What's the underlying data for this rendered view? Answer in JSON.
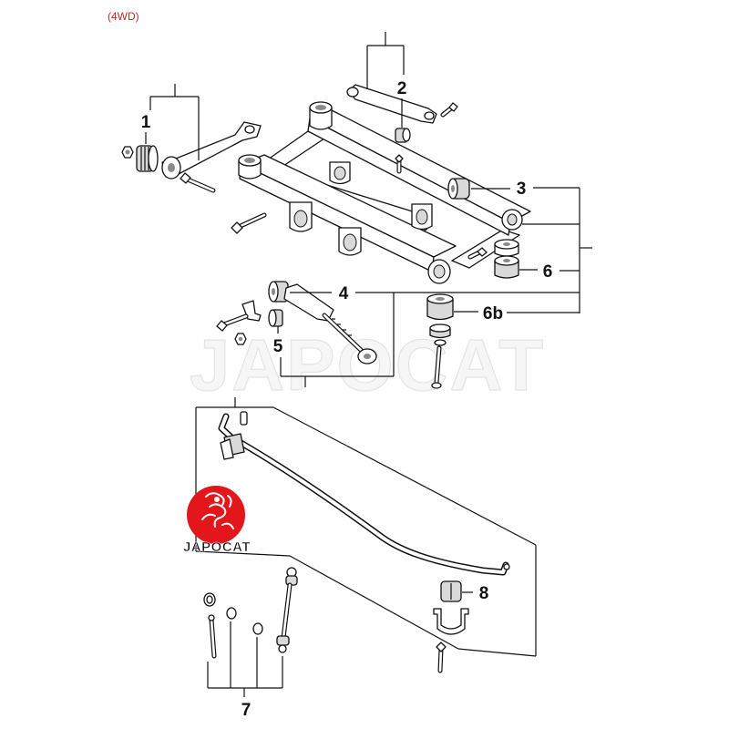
{
  "header": {
    "variant": "(4WD)"
  },
  "callouts": [
    {
      "label": "1"
    },
    {
      "label": "2"
    },
    {
      "label": "3"
    },
    {
      "label": "4"
    },
    {
      "label": "5"
    },
    {
      "label": "6"
    },
    {
      "label": "6b"
    },
    {
      "label": "7"
    },
    {
      "label": "8"
    }
  ],
  "watermark": {
    "text": "JAPOCAT"
  },
  "logo": {
    "text": "JAPOCAT"
  },
  "colors": {
    "variant_red": "#cc2229",
    "logo_red": "#e3161b",
    "ink": "#111111"
  }
}
